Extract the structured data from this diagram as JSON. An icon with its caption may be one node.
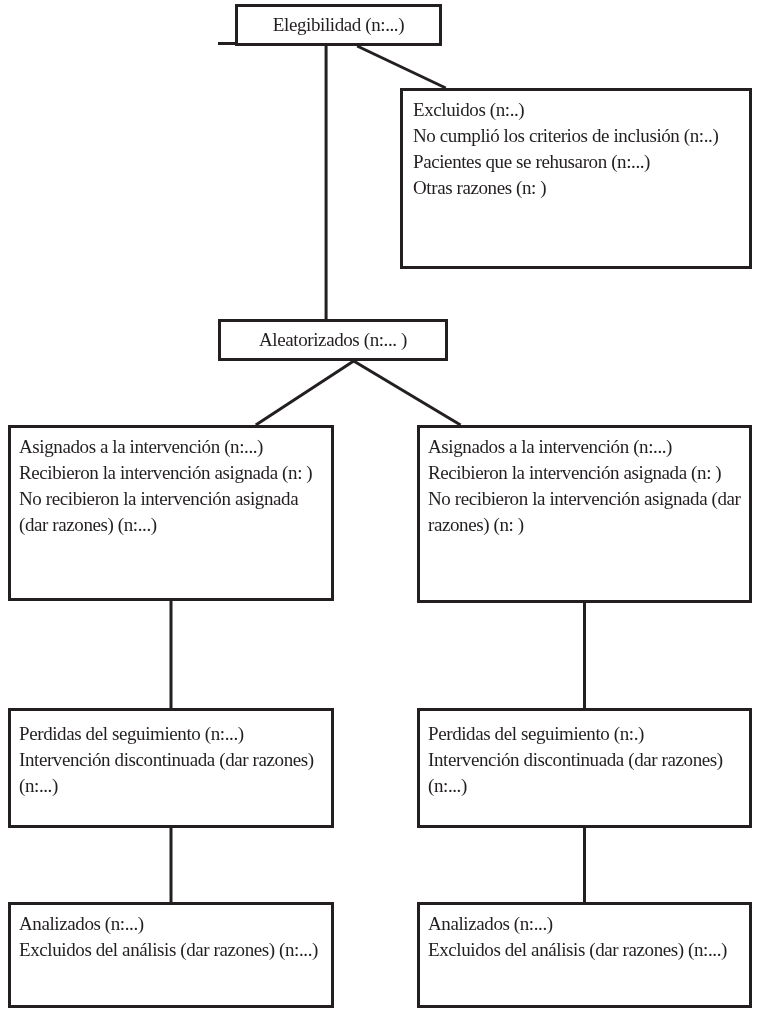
{
  "diagram": {
    "nodes": [
      {
        "text": [
          "Elegibilidad (n:...)"
        ]
      },
      {
        "text": [
          "Excluidos (n:..)",
          "No cumplió los criterios de inclusión (n:..)",
          "Pacientes que se rehusaron (n:...)",
          "Otras razones (n: )"
        ]
      },
      {
        "text": [
          "Aleatorizados (n:... )"
        ]
      },
      {
        "text": [
          "Asignados a la intervención (n:...)",
          "Recibieron la intervención asignada (n:  )",
          "No recibieron la intervención asignada (dar razones) (n:...)"
        ]
      },
      {
        "text": [
          "Asignados a la intervención (n:...)",
          "Recibieron la intervención asignada (n:   )",
          "No recibieron la intervención asignada (dar razones) (n:   )"
        ]
      },
      {
        "text": [
          "Perdidas del seguimiento (n:...)",
          "Intervención discontinuada (dar razones) (n:...)"
        ]
      },
      {
        "text": [
          "Perdidas del seguimiento (n:.)",
          "Intervención discontinuada (dar razones) (n:...)"
        ]
      },
      {
        "text": [
          "Analizados (n:...)",
          "Excluidos del análisis (dar razones) (n:...)"
        ]
      },
      {
        "text": [
          "Analizados (n:...)",
          "Excluidos del análisis (dar razones) (n:...)"
        ]
      }
    ],
    "edges": [
      {
        "from": 0,
        "to": 1,
        "arrow": "none"
      },
      {
        "from": 0,
        "to": 2,
        "arrow": "none"
      },
      {
        "from": 2,
        "to": 3,
        "arrow": "none"
      },
      {
        "from": 2,
        "to": 4,
        "arrow": "none"
      },
      {
        "from": 3,
        "to": 5,
        "arrow": "none"
      },
      {
        "from": 4,
        "to": 6,
        "arrow": "none"
      },
      {
        "from": 5,
        "to": 7,
        "arrow": "none"
      },
      {
        "from": 6,
        "to": 8,
        "arrow": "none"
      }
    ]
  }
}
